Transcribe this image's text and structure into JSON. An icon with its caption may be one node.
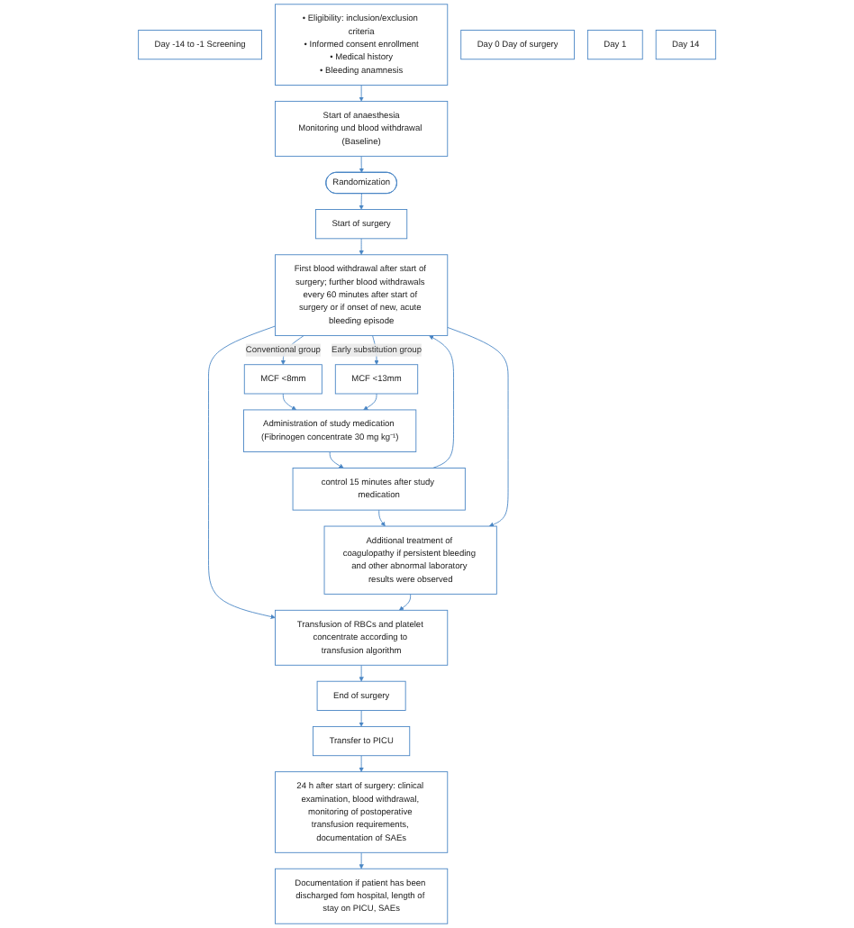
{
  "diagram": {
    "nodes": [
      {
        "text": [
          "Day -14 to -1 Screening"
        ]
      },
      {
        "text": [
          "• Eligibility: inclusion/exclusion criteria",
          "• Informed consent enrollment",
          "• Medical history",
          "• Bleeding anamnesis"
        ]
      },
      {
        "text": [
          "Day 0 Day of surgery"
        ]
      },
      {
        "text": [
          "Start of anaesthesia",
          "Monitoring und blood withdrawal (Baseline)"
        ]
      },
      {
        "text": [
          "Randomization"
        ]
      },
      {
        "text": [
          "Start of surgery"
        ]
      },
      {
        "text": [
          "First blood withdrawal after start of surgery; further blood withdrawals every 60 minutes after start of surgery or if onset of new, acute bleeding episode"
        ]
      },
      {
        "text": [
          "MCF <8mm"
        ]
      },
      {
        "text": [
          "MCF <13mm"
        ]
      },
      {
        "text": [
          "Administration of study medication (Fibrinogen concentrate 30 mg kg⁻¹)"
        ]
      },
      {
        "text": [
          "control 15 minutes after study medication"
        ]
      },
      {
        "text": [
          "Additional treatment of coagulopathy if persistent bleeding and other abnormal laboratory results were observed"
        ]
      },
      {
        "text": [
          "Transfusion of RBCs and platelet concentrate according to transfusion algorithm"
        ]
      },
      {
        "text": [
          "End of surgery"
        ]
      },
      {
        "text": [
          "Transfer to PICU"
        ]
      },
      {
        "text": [
          "Day 1"
        ]
      },
      {
        "text": [
          "24 h after start of surgery: clinical examination, blood withdrawal, monitoring of postoperative transfusion requirements, documentation of SAEs"
        ]
      },
      {
        "text": [
          "Day 14"
        ]
      },
      {
        "text": [
          "Documentation if patient has been discharged fom hospital, length of stay on PICU, SAEs"
        ]
      }
    ],
    "edges": [
      {
        "from": 1,
        "to": 3,
        "arrow": "to"
      },
      {
        "from": 3,
        "to": 4,
        "arrow": "to"
      },
      {
        "from": 4,
        "to": 5,
        "arrow": "to"
      },
      {
        "from": 5,
        "to": 6,
        "arrow": "to"
      },
      {
        "from": 6,
        "to": 7,
        "arrow": "to",
        "label": "Conventional group"
      },
      {
        "from": 6,
        "to": 8,
        "arrow": "to",
        "label": "Early substitution group"
      },
      {
        "from": 7,
        "to": 9,
        "arrow": "to"
      },
      {
        "from": 8,
        "to": 9,
        "arrow": "to"
      },
      {
        "from": 9,
        "to": 10,
        "arrow": "to"
      },
      {
        "from": 10,
        "to": 6,
        "arrow": "to"
      },
      {
        "from": 10,
        "to": 11,
        "arrow": "to"
      },
      {
        "from": 6,
        "to": 11,
        "arrow": "to"
      },
      {
        "from": 6,
        "to": 12,
        "arrow": "to"
      },
      {
        "from": 11,
        "to": 12,
        "arrow": "to"
      },
      {
        "from": 12,
        "to": 13,
        "arrow": "to"
      },
      {
        "from": 13,
        "to": 14,
        "arrow": "to"
      },
      {
        "from": 14,
        "to": 16,
        "arrow": "to"
      },
      {
        "from": 16,
        "to": 18,
        "arrow": "to"
      }
    ]
  }
}
